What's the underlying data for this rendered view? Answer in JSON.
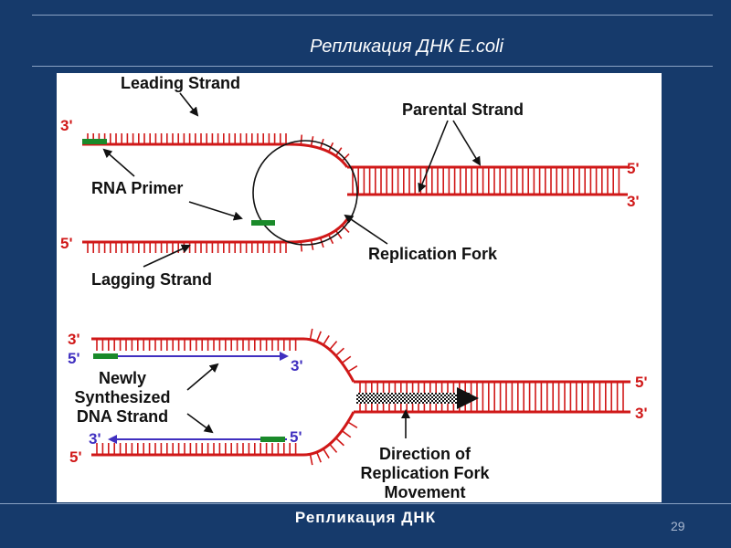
{
  "slide": {
    "title": "Репликация ДНК  E.coli",
    "footer": "Репликация ДНК",
    "page_number": "29"
  },
  "diagram_top": {
    "leading_strand": "Leading Strand",
    "parental_strand": "Parental Strand",
    "rna_primer": "RNA Primer",
    "lagging_strand": "Lagging Strand",
    "replication_fork": "Replication Fork",
    "top_left_end": "3'",
    "bottom_left_end": "5'",
    "right_top_end": "5'",
    "right_bottom_end": "3'"
  },
  "diagram_bottom": {
    "newly_line1": "Newly",
    "newly_line2": "Synthesized",
    "newly_line3": "DNA Strand",
    "direction_line1": "Direction of",
    "direction_line2": "Replication Fork",
    "direction_line3": "Movement",
    "top_outer_left": "3'",
    "top_inner_left": "5'",
    "top_inner_right": "3'",
    "bottom_inner_left": "3'",
    "bottom_inner_right": "5'",
    "bottom_outer_left": "5'",
    "right_top_end": "5'",
    "right_bottom_end": "3'"
  },
  "colors": {
    "background": "#163a6b",
    "dna_strand": "#d01818",
    "rna_primer": "#1a8a2a",
    "new_strand": "#4030c0"
  }
}
